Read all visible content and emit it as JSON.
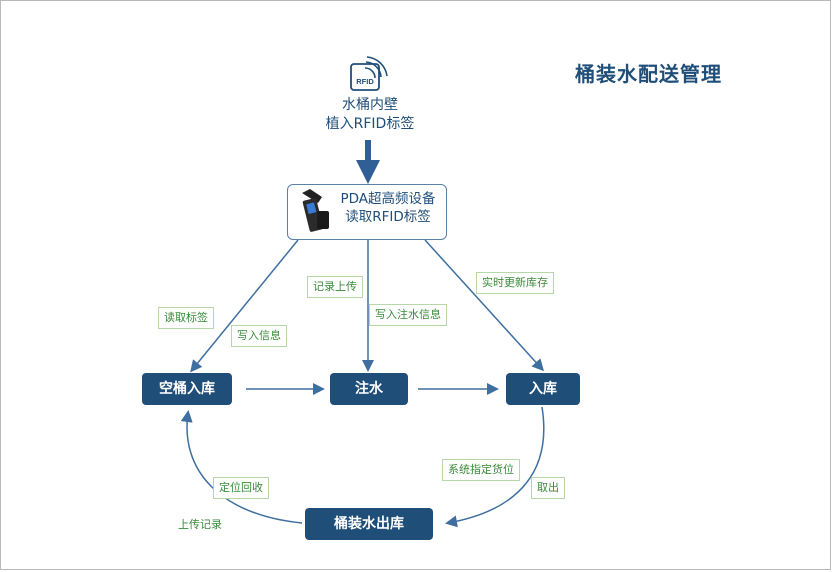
{
  "title": "桶装水配送管理",
  "rfid": {
    "badge": "RFID",
    "line1": "水桶内壁",
    "line2": "植入RFID标签"
  },
  "pda": {
    "line1": "PDA超高频设备",
    "line2": "读取RFID标签"
  },
  "nodes": {
    "empty_in": "空桶入库",
    "fill": "注水",
    "stock_in": "入库",
    "out": "桶装水出库"
  },
  "labels": {
    "read_tag": "读取标签",
    "write_info": "写入信息",
    "record_upload": "记录上传",
    "write_fill_info": "写入注水信息",
    "realtime_stock": "实时更新库存",
    "system_slot": "系统指定货位",
    "take_out": "取出",
    "locate_recycle": "定位回收",
    "upload_record": "上传记录"
  },
  "colors": {
    "node": "#1f4e79",
    "line": "#3f6fa0",
    "label_text": "#3a8a3a",
    "label_border": "#b7d7a8"
  }
}
